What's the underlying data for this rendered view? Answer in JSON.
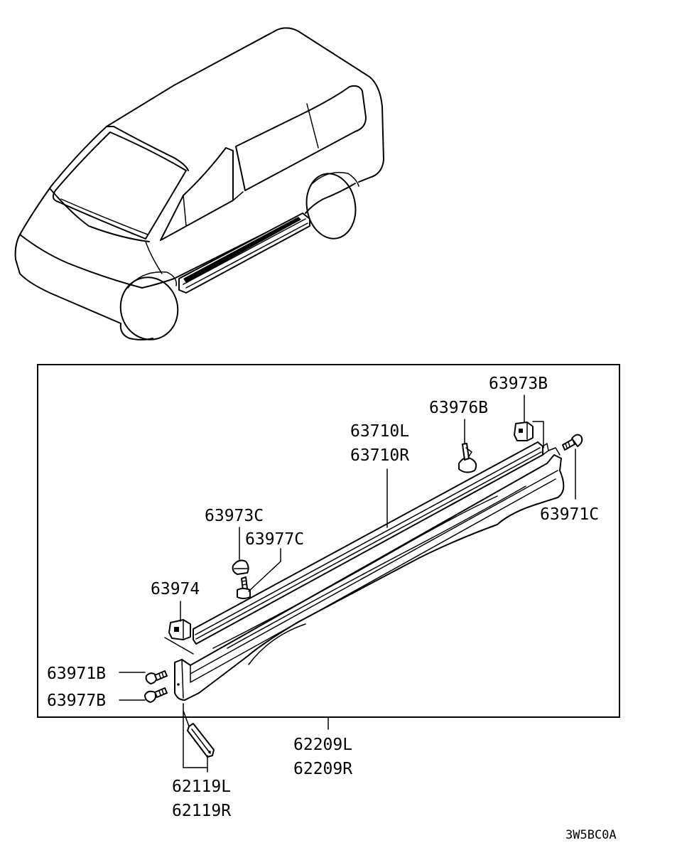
{
  "labels": {
    "p63973B": "63973B",
    "p63976B": "63976B",
    "p63710L": "63710L",
    "p63710R": "63710R",
    "p63973C": "63973C",
    "p63977C": "63977C",
    "p63971C": "63971C",
    "p63974": "63974",
    "p63971B": "63971B",
    "p63977B": "63977B",
    "p62209L": "62209L",
    "p62209R": "62209R",
    "p62119L": "62119L",
    "p62119R": "62119R"
  },
  "diagram_code": "3W5BC0A"
}
